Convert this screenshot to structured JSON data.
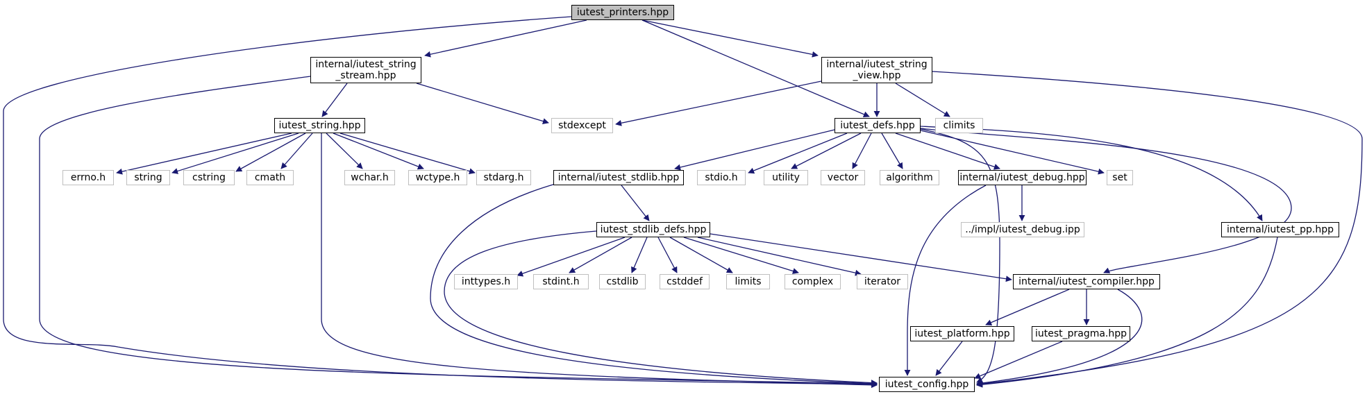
{
  "colors": {
    "edge": "#191970",
    "root_fill": "#bfbfbf",
    "local_border": "#000000",
    "system_border": "#bfbfbf"
  },
  "nodes": {
    "printers": {
      "label": "iutest_printers.hpp",
      "kind": "root"
    },
    "string_stream": {
      "label": "internal/iutest_string\n_stream.hpp",
      "kind": "local"
    },
    "string_view": {
      "label": "internal/iutest_string\n_view.hpp",
      "kind": "local"
    },
    "string_hpp": {
      "label": "iutest_string.hpp",
      "kind": "local"
    },
    "stdexcept": {
      "label": "stdexcept",
      "kind": "system"
    },
    "defs": {
      "label": "iutest_defs.hpp",
      "kind": "local"
    },
    "climits": {
      "label": "climits",
      "kind": "system"
    },
    "errno": {
      "label": "errno.h",
      "kind": "system"
    },
    "string": {
      "label": "string",
      "kind": "system"
    },
    "cstring": {
      "label": "cstring",
      "kind": "system"
    },
    "cmath": {
      "label": "cmath",
      "kind": "system"
    },
    "wchar": {
      "label": "wchar.h",
      "kind": "system"
    },
    "wctype": {
      "label": "wctype.h",
      "kind": "system"
    },
    "stdarg": {
      "label": "stdarg.h",
      "kind": "system"
    },
    "stdlib_hpp": {
      "label": "internal/iutest_stdlib.hpp",
      "kind": "local"
    },
    "stdio": {
      "label": "stdio.h",
      "kind": "system"
    },
    "utility": {
      "label": "utility",
      "kind": "system"
    },
    "vector": {
      "label": "vector",
      "kind": "system"
    },
    "algorithm": {
      "label": "algorithm",
      "kind": "system"
    },
    "debug": {
      "label": "internal/iutest_debug.hpp",
      "kind": "local"
    },
    "set": {
      "label": "set",
      "kind": "system"
    },
    "stdlib_defs": {
      "label": "iutest_stdlib_defs.hpp",
      "kind": "local"
    },
    "debug_ipp": {
      "label": "../impl/iutest_debug.ipp",
      "kind": "system"
    },
    "pp": {
      "label": "internal/iutest_pp.hpp",
      "kind": "local"
    },
    "inttypes": {
      "label": "inttypes.h",
      "kind": "system"
    },
    "stdint": {
      "label": "stdint.h",
      "kind": "system"
    },
    "cstdlib": {
      "label": "cstdlib",
      "kind": "system"
    },
    "cstddef": {
      "label": "cstddef",
      "kind": "system"
    },
    "limits": {
      "label": "limits",
      "kind": "system"
    },
    "complex": {
      "label": "complex",
      "kind": "system"
    },
    "iterator": {
      "label": "iterator",
      "kind": "system"
    },
    "compiler": {
      "label": "internal/iutest_compiler.hpp",
      "kind": "local"
    },
    "platform": {
      "label": "iutest_platform.hpp",
      "kind": "local"
    },
    "pragma": {
      "label": "iutest_pragma.hpp",
      "kind": "local"
    },
    "config": {
      "label": "iutest_config.hpp",
      "kind": "local"
    }
  }
}
